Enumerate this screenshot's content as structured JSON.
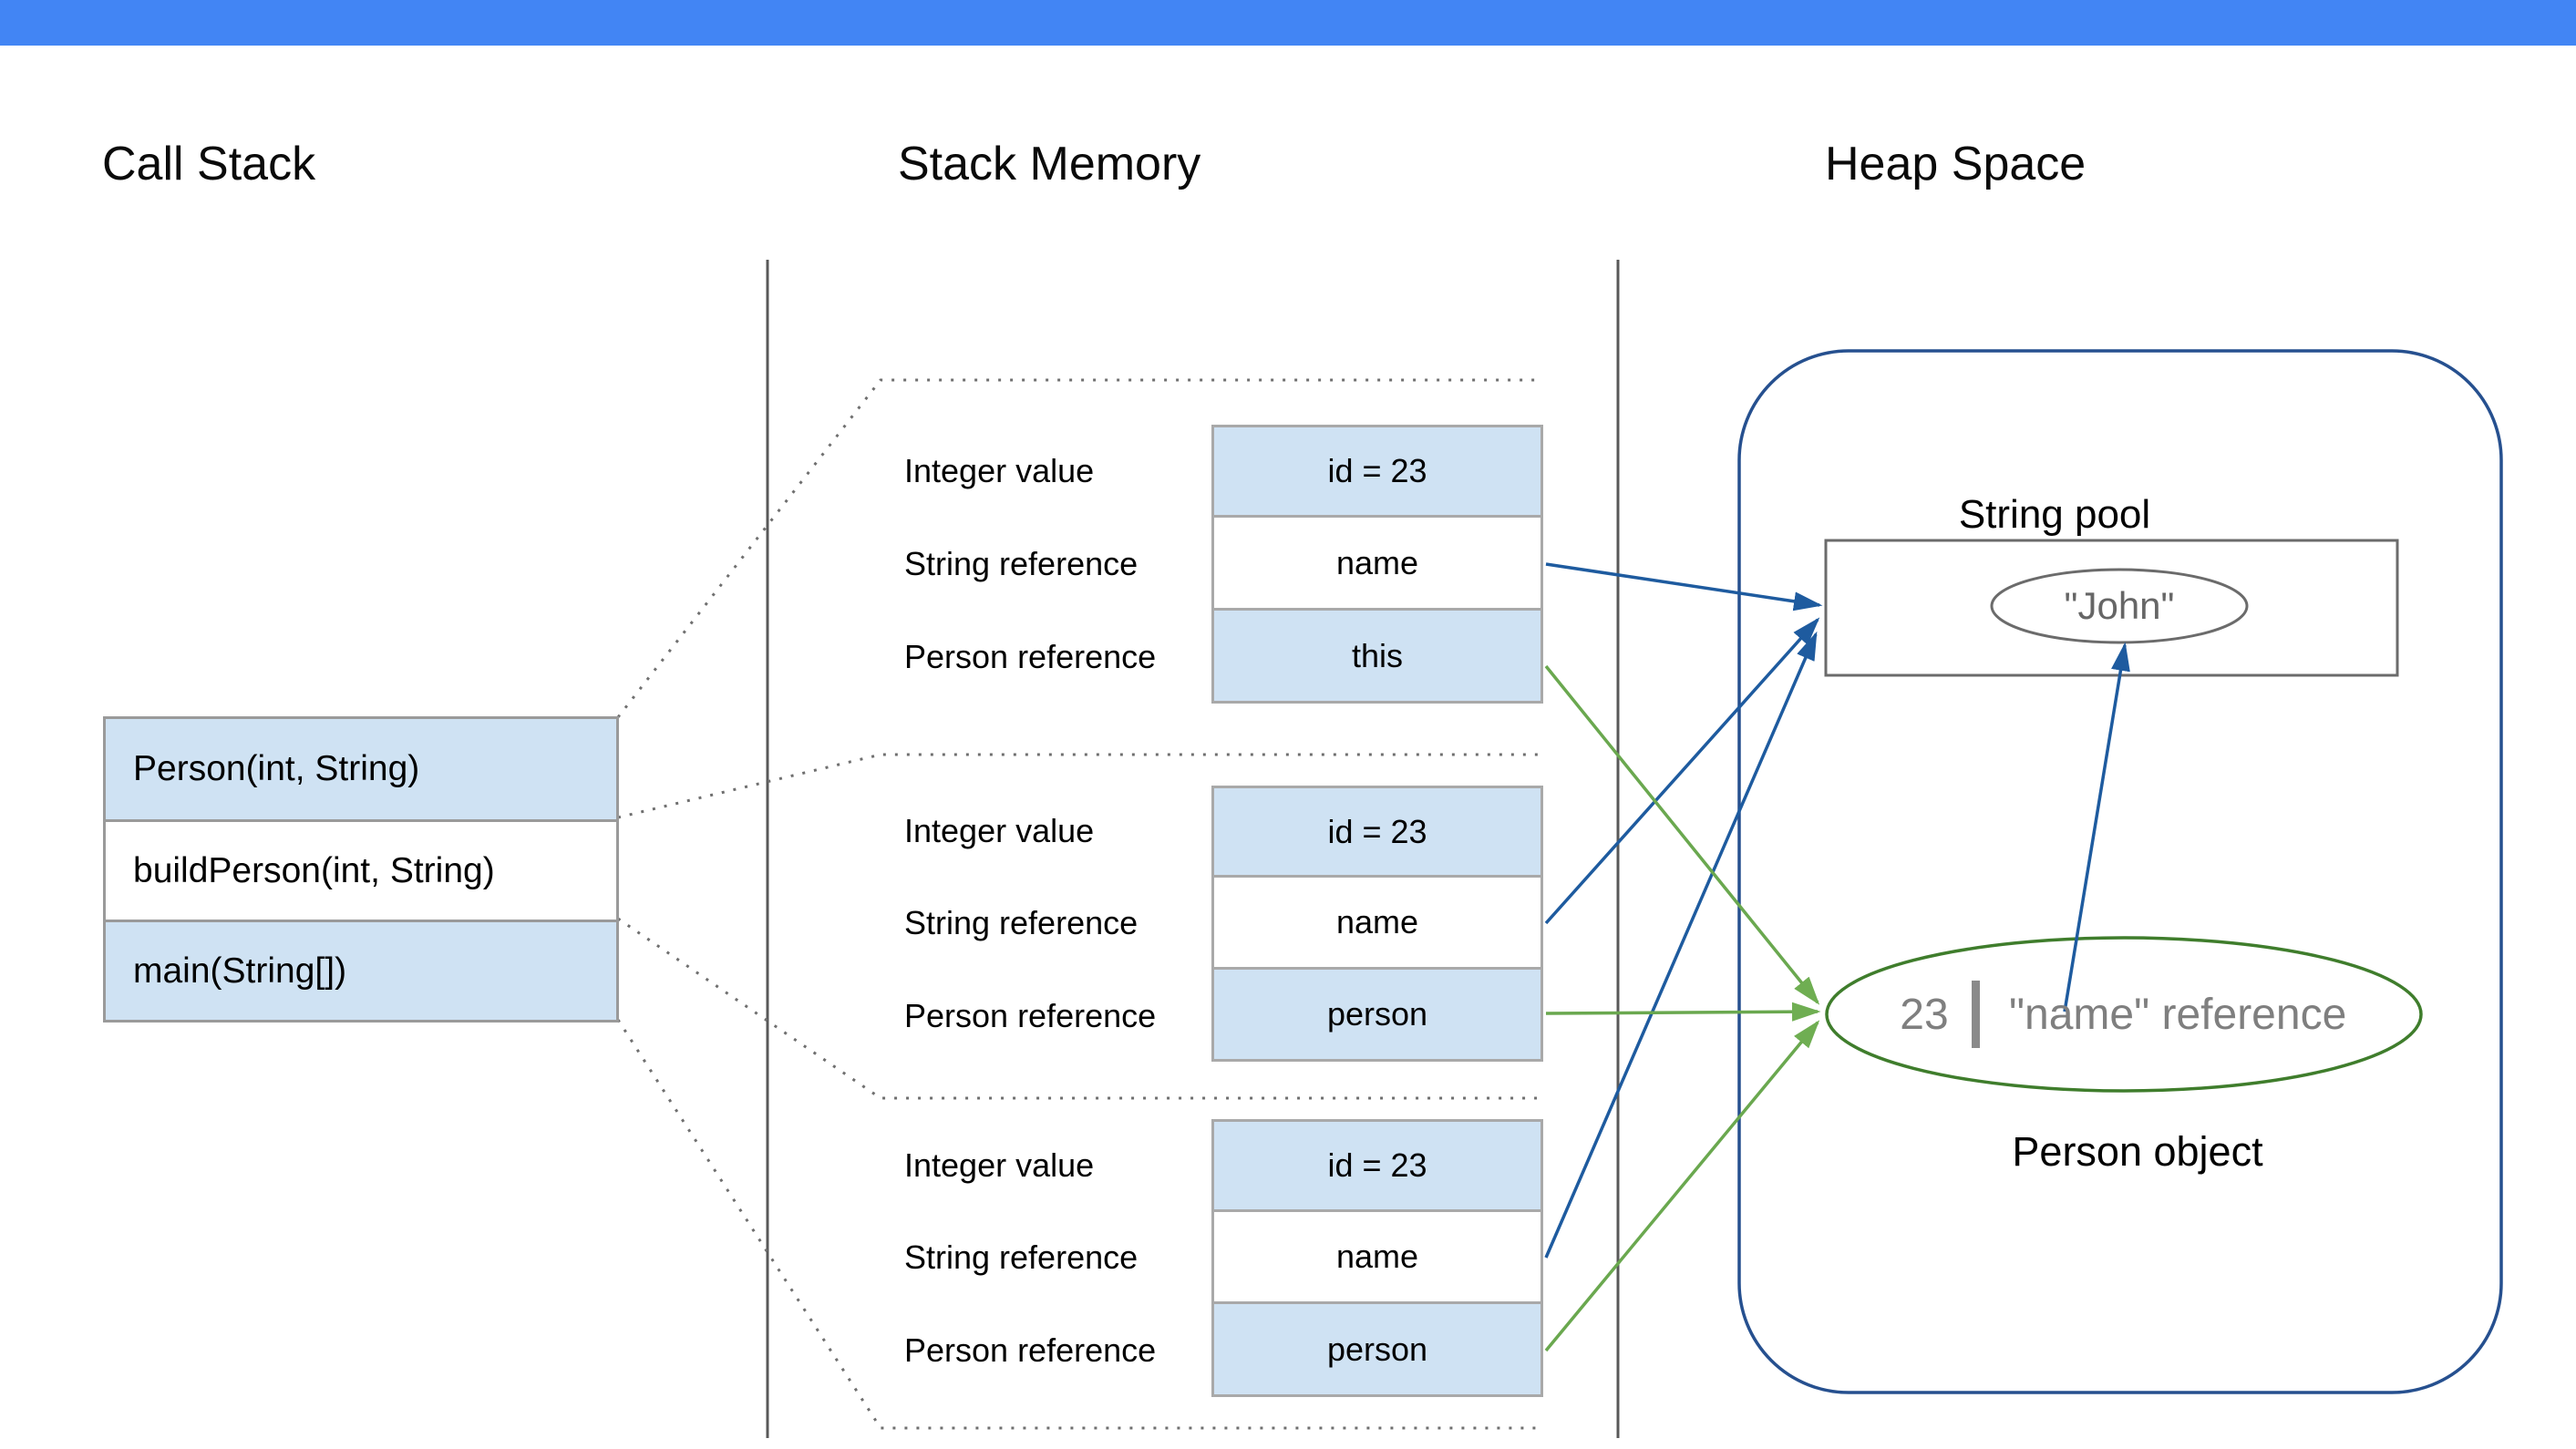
{
  "titles": {
    "call_stack": "Call Stack",
    "stack_memory": "Stack Memory",
    "heap_space": "Heap Space"
  },
  "call_stack": {
    "frames": [
      {
        "label": "Person(int, String)"
      },
      {
        "label": "buildPerson(int, String)"
      },
      {
        "label": "main(String[])"
      }
    ]
  },
  "stack_memory": {
    "frames": [
      {
        "rows": [
          {
            "label": "Integer value",
            "value": "id = 23"
          },
          {
            "label": "String reference",
            "value": "name"
          },
          {
            "label": "Person reference",
            "value": "this"
          }
        ]
      },
      {
        "rows": [
          {
            "label": "Integer value",
            "value": "id = 23"
          },
          {
            "label": "String reference",
            "value": "name"
          },
          {
            "label": "Person reference",
            "value": "person"
          }
        ]
      },
      {
        "rows": [
          {
            "label": "Integer value",
            "value": "id = 23"
          },
          {
            "label": "String reference",
            "value": "name"
          },
          {
            "label": "Person reference",
            "value": "person"
          }
        ]
      }
    ]
  },
  "heap": {
    "string_pool_label": "String pool",
    "string_literal": "\"John\"",
    "person_object": {
      "id": "23",
      "reference": "\"name\" reference"
    },
    "person_object_label": "Person object"
  },
  "colors": {
    "top_bar": "#4285f4",
    "row_fill_blue": "#cfe2f3",
    "arrow_blue": "#1e5b9f",
    "arrow_green": "#6aa84f",
    "person_ellipse_green": "#3f7d2c",
    "heap_border_navy": "#26508f",
    "gray_text": "#7f7f7f"
  }
}
